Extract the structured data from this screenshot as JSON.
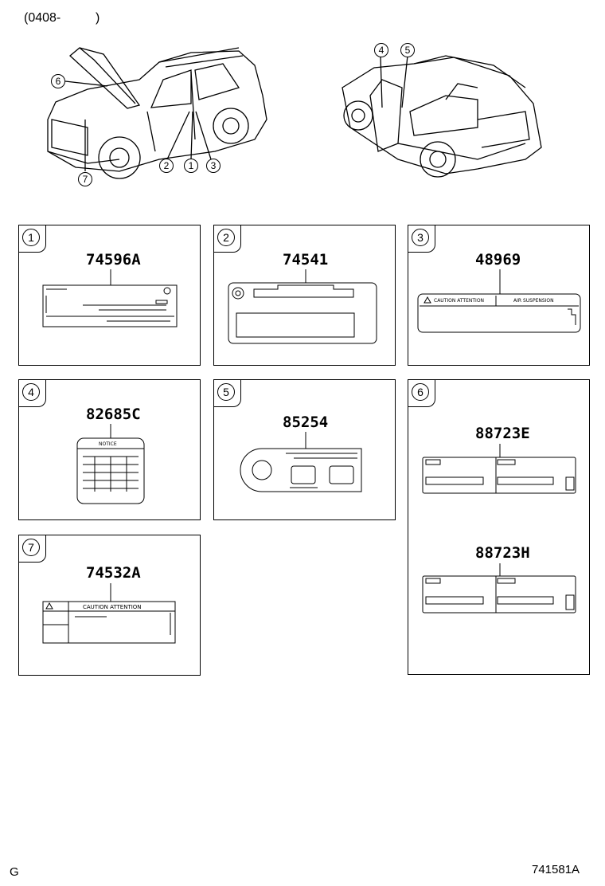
{
  "header": {
    "range_label": "(0408-",
    "range_close": ")"
  },
  "callouts": {
    "front": [
      "6",
      "7",
      "2",
      "1",
      "3"
    ],
    "rear": [
      "4",
      "5"
    ]
  },
  "panels": [
    {
      "index": "1",
      "part_number": "74596A"
    },
    {
      "index": "2",
      "part_number": "74541"
    },
    {
      "index": "3",
      "part_number": "48969",
      "label_text_left": "CAUTION  ATTENTION",
      "label_text_right": "AIR SUSPENSION"
    },
    {
      "index": "4",
      "part_number": "82685C",
      "label_heading": "NOTICE"
    },
    {
      "index": "5",
      "part_number": "85254"
    },
    {
      "index": "6",
      "part_number": "88723E",
      "part_number_2": "88723H"
    },
    {
      "index": "7",
      "part_number": "74532A",
      "label_heading": "CAUTION  ATTENTION"
    }
  ],
  "footer": {
    "left": "G",
    "right": "741581A"
  }
}
